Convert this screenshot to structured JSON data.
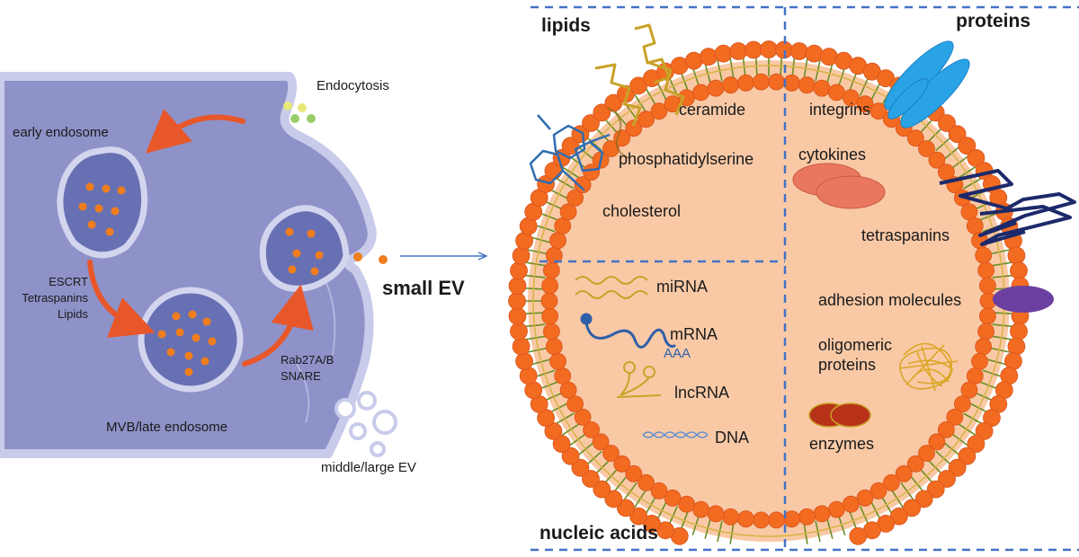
{
  "left_panel": {
    "endocytosis": "Endocytosis",
    "early_endosome": "early endosome",
    "escrt": "ESCRT",
    "tetraspanins": "Tetraspanins",
    "lipids": "Lipids",
    "mvb": "MVB/late endosome",
    "rab27": "Rab27A/B",
    "snare": "SNARE",
    "small_ev": "small EV",
    "middle_large_ev": "middle/large EV"
  },
  "vesicle": {
    "quadrant_headings": {
      "lipids": "lipids",
      "proteins": "proteins",
      "nucleic_acids": "nucleic acids"
    },
    "lipid_items": [
      "ceramide",
      "phosphatidylserine",
      "cholesterol"
    ],
    "protein_items": [
      "integrins",
      "cytokines",
      "tetraspanins",
      "adhesion molecules",
      "oligomeric",
      "proteins",
      "enzymes"
    ],
    "nucleic_items": [
      "miRNA",
      "mRNA",
      "AAA",
      "lncRNA",
      "DNA"
    ]
  },
  "colors": {
    "cell": "#8e92c8",
    "cell_border": "#c8cbea",
    "endosome_fill": "#6870b4",
    "cargo": "#f07d1e",
    "arrow": "#e8572a",
    "lumen": "#f9c9a6",
    "lipid_head": "#f26b21",
    "lipid_tail": "#6b8e23",
    "dashed": "#4472c4",
    "ceramide": "#c9a227",
    "cholesterol": "#2f6db0",
    "integrin": "#29a3e6",
    "cytokine": "#e9775f",
    "tetraspanin": "#1c2a6b",
    "adhesion": "#6b3fa0",
    "oligomer": "#d9a520",
    "enzyme": "#b8321a"
  }
}
